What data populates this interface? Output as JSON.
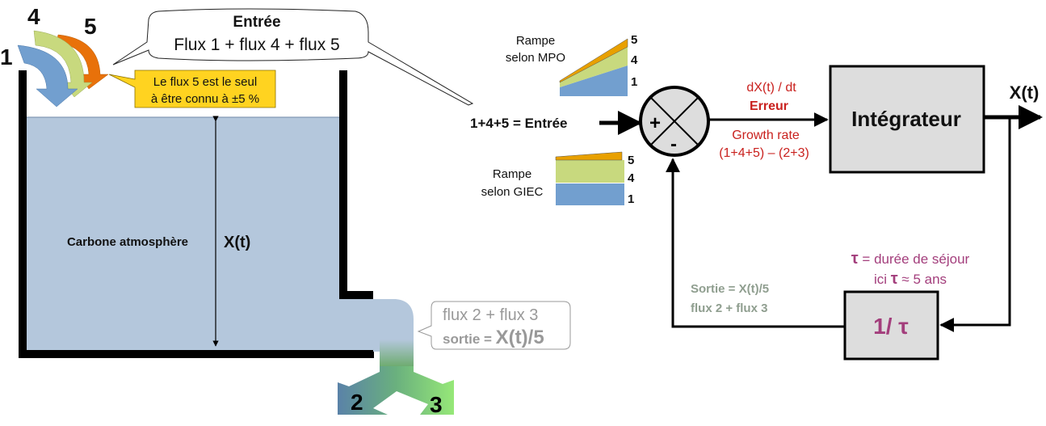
{
  "tank": {
    "flux_labels": {
      "f1": "1",
      "f4": "4",
      "f5": "5"
    },
    "entry_bubble": {
      "title": "Entrée",
      "formula": "Flux 1 + flux 4 + flux 5"
    },
    "note_bubble": {
      "line1": "Le flux 5 est le seul",
      "line2": "à être connu à ±5 %"
    },
    "content_label": "Carbone atmosphère",
    "level_label": "X(t)",
    "outlet_bubble": {
      "line1": "flux 2 + flux 3",
      "line2_prefix": "sortie = ",
      "line2_value": "X(t)/5"
    },
    "outlet_labels": {
      "f2": "2",
      "f3": "3"
    }
  },
  "ramps": {
    "mpo": {
      "line1": "Rampe",
      "line2": "selon MPO",
      "labels": [
        "5",
        "4",
        "1"
      ]
    },
    "giec": {
      "line1": "Rampe",
      "line2": "selon GIEC",
      "labels": [
        "5",
        "4",
        "1"
      ]
    }
  },
  "block_diagram": {
    "input_label": "1+4+5 = Entrée",
    "summer": {
      "plus": "+",
      "minus": "-"
    },
    "error_top": {
      "line1": "dX(t) / dt",
      "line2": "Erreur"
    },
    "error_bottom": {
      "line1": "Growth rate",
      "line2": "(1+4+5) – (2+3)"
    },
    "integrator_label": "Intégrateur",
    "output_label": "X(t)",
    "tau_note": {
      "line1_sym": "τ",
      "line1_text": " = durée de séjour",
      "line2_prefix": "ici  ",
      "line2_sym": "τ",
      "line2_text": " ≈ 5 ans"
    },
    "feedback_block_label": "1/ τ",
    "feedback_note": {
      "line1": "Sortie = X(t)/5",
      "line2": "flux 2 + flux 3"
    }
  },
  "colors": {
    "water": "#b4c7dc",
    "flux1": "#729fcf",
    "flux4": "#c8d97e",
    "flux5": "#e8710a",
    "note_yellow": "#ffd320",
    "error_red": "#c9211e",
    "tau_purple": "#a33e7c",
    "feedback_gray": "#8f9e8f",
    "block_gray": "#dddddd"
  }
}
